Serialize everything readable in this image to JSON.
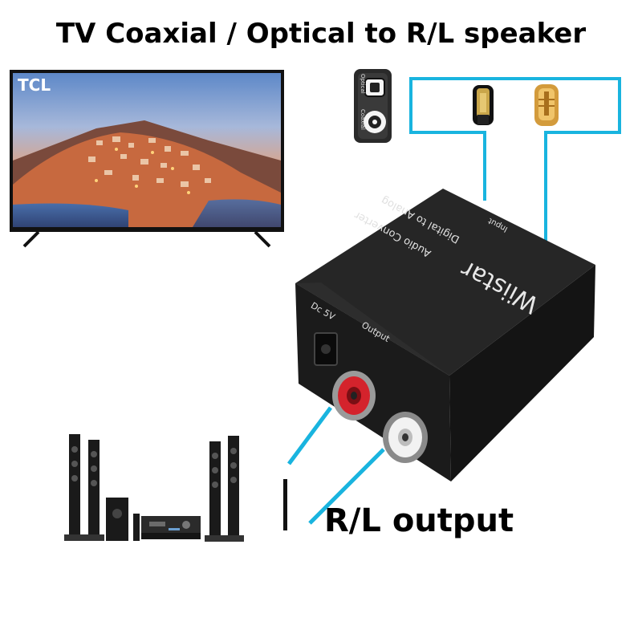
{
  "title": "TV Coaxial / Optical to R/L speaker",
  "output_label": "R/L output",
  "tv": {
    "brand": "TCL"
  },
  "port_icon": {
    "top_label": "Optical",
    "bottom_label": "Coaxial"
  },
  "converter": {
    "brand": "Wiistar",
    "line1": "Digital to Analog",
    "line2": "Audio Converter",
    "input_label": "Input",
    "output_label": "Output",
    "dc_label": "Dc 5V"
  },
  "colors": {
    "cable": "#19b4df",
    "device": "#1b1b1b",
    "rca_red": "#d4232c",
    "rca_white": "#f2f2f2"
  },
  "icons": [
    "tv-icon",
    "optical-coaxial-port-icon",
    "toslink-plug-icon",
    "coaxial-plug-icon",
    "converter-box",
    "speaker-system-icon"
  ]
}
